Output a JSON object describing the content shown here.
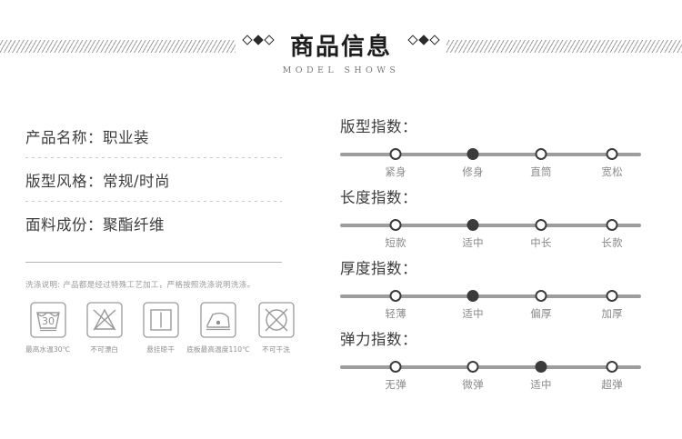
{
  "header": {
    "title": "商品信息",
    "subtitle": "MODEL SHOWS",
    "diamond_left": "diamond-ornament",
    "diamond_right": "diamond-ornament"
  },
  "left_panel": {
    "specs": [
      {
        "label": "产品名称：",
        "value": "职业装"
      },
      {
        "label": "版型风格：",
        "value": "常规/时尚"
      },
      {
        "label": "面料成份：",
        "value": "聚酯纤维"
      }
    ],
    "wash_note": "洗涤说明: 产品都是经过特殊工艺加工，严格按照洗涤说明洗涤。",
    "care_symbols": [
      {
        "icon": "wash-tub-30-icon",
        "label": "最高水温30℃"
      },
      {
        "icon": "no-bleach-icon",
        "label": "不可漂白"
      },
      {
        "icon": "hang-dry-icon",
        "label": "悬挂晾干"
      },
      {
        "icon": "iron-one-dot-icon",
        "label": "底板最高温度110℃"
      },
      {
        "icon": "no-dry-clean-icon",
        "label": "不可干洗"
      }
    ]
  },
  "right_panel": {
    "indices": [
      {
        "title": "版型指数：",
        "options": [
          "紧身",
          "修身",
          "直筒",
          "宽松"
        ],
        "selected": 1
      },
      {
        "title": "长度指数：",
        "options": [
          "短款",
          "适中",
          "中长",
          "长款"
        ],
        "selected": 1
      },
      {
        "title": "厚度指数：",
        "options": [
          "轻薄",
          "适中",
          "偏厚",
          "加厚"
        ],
        "selected": 1
      },
      {
        "title": "弹力指数：",
        "options": [
          "无弹",
          "微弹",
          "适中",
          "超弹"
        ],
        "selected": 2
      }
    ],
    "knob_positions_pct": [
      18,
      43,
      65,
      88
    ]
  },
  "colors": {
    "text_dark": "#3c3c3c",
    "text_muted": "#8a8a8a",
    "track": "#9d9d9d",
    "knob_active": "#3b3b3b",
    "rule": "#b4b4b4"
  }
}
